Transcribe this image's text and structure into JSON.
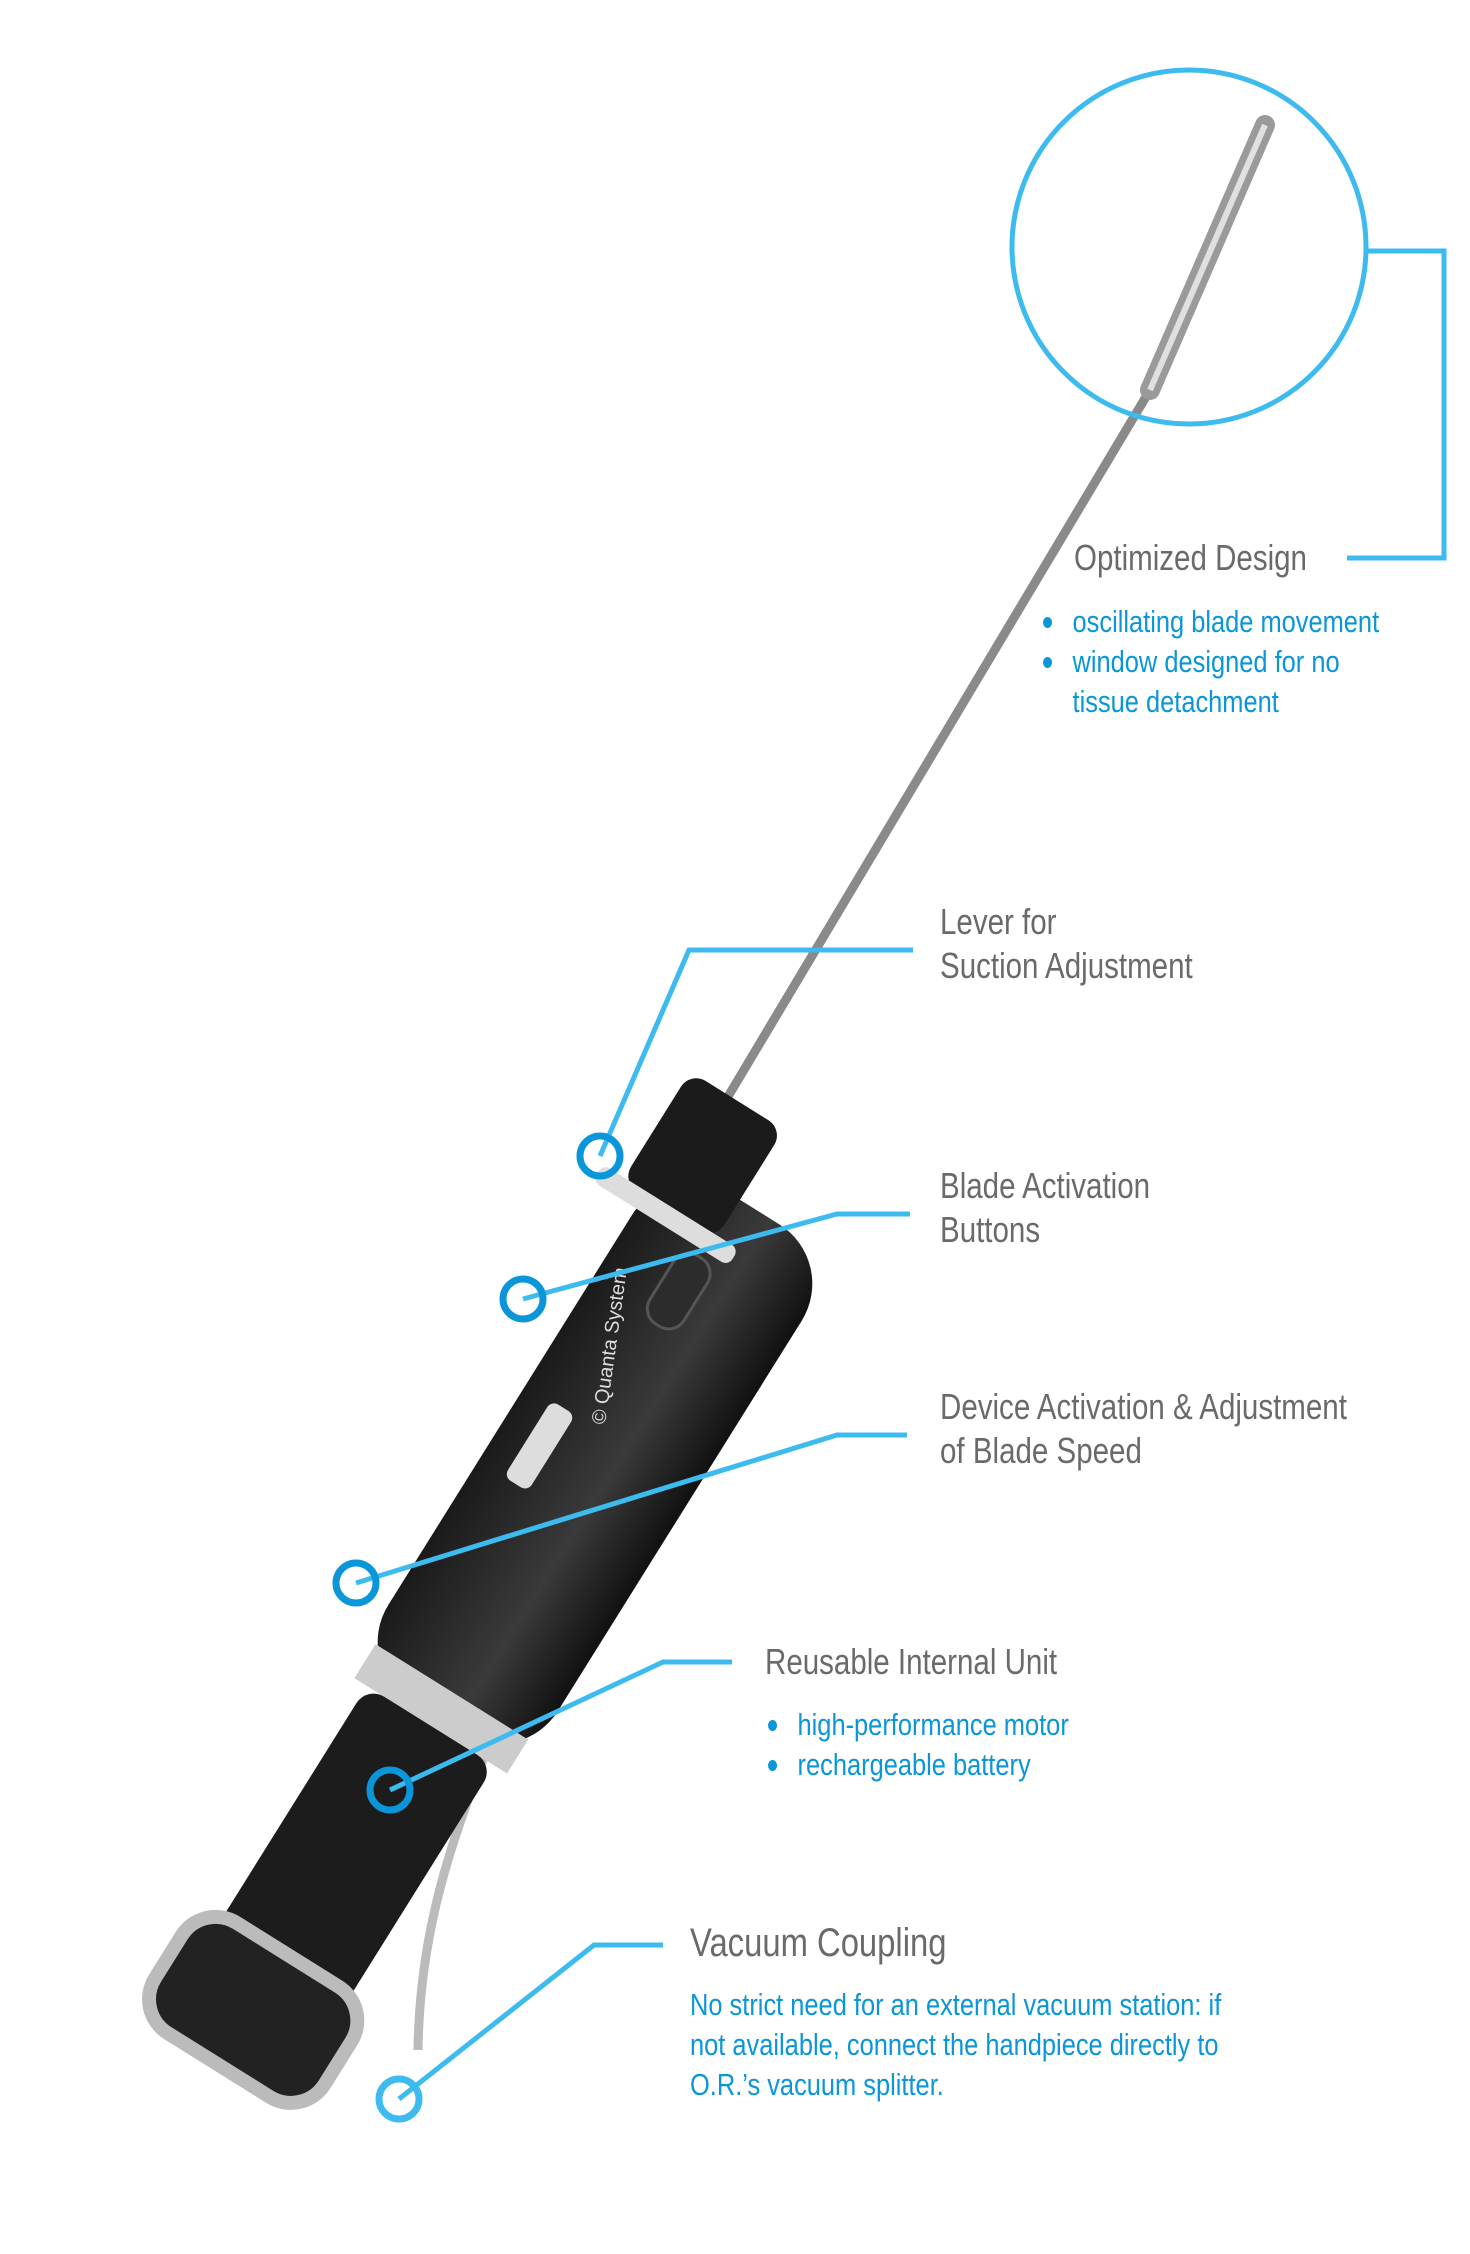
{
  "colors": {
    "accent": "#3dbbef",
    "text_blue": "#0a96d8",
    "title_gray": "#6a6a6a"
  },
  "watermark": "© Quanta System",
  "callouts": {
    "optimized_design": {
      "title": "Optimized Design",
      "bullets": [
        "oscillating blade movement",
        "window designed for no",
        "tissue detachment"
      ]
    },
    "lever": {
      "title_lines": [
        "Lever for",
        "Suction Adjustment"
      ]
    },
    "blade_buttons": {
      "title_lines": [
        "Blade Activation",
        "Buttons"
      ]
    },
    "device_activation": {
      "title_lines": [
        "Device Activation & Adjustment",
        "of Blade Speed"
      ]
    },
    "reusable_unit": {
      "title": "Reusable Internal Unit",
      "bullets": [
        "high-performance motor",
        "rechargeable battery"
      ]
    },
    "vacuum": {
      "title": "Vacuum Coupling",
      "body_lines": [
        "No strict need for an external vacuum station: if",
        "not available, connect the handpiece directly to",
        "O.R.’s vacuum splitter."
      ]
    }
  }
}
